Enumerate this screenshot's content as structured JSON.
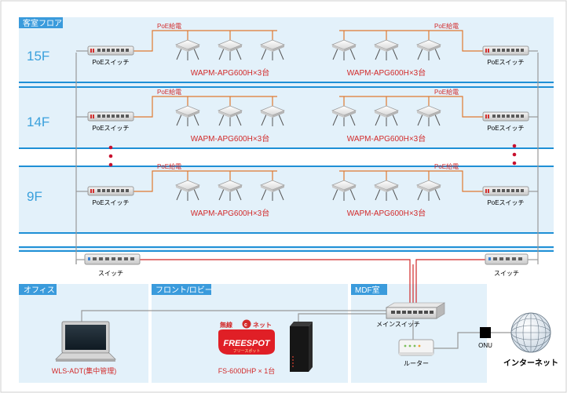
{
  "zones": {
    "guest_floor": "客室フロア",
    "office": "オフィス",
    "front_lobby": "フロント/ロビー",
    "mdf": "MDF室"
  },
  "floors": [
    {
      "label": "15F",
      "poe_left": "PoEスイッチ",
      "poe_right": "PoEスイッチ",
      "poe_power_left": "PoE給電",
      "poe_power_right": "PoE給電",
      "ap_left": "WAPM-APG600H×3台",
      "ap_right": "WAPM-APG600H×3台"
    },
    {
      "label": "14F",
      "poe_left": "PoEスイッチ",
      "poe_right": "PoEスイッチ",
      "poe_power_left": "PoE給電",
      "poe_power_right": "PoE給電",
      "ap_left": "WAPM-APG600H×3台",
      "ap_right": "WAPM-APG600H×3台"
    },
    {
      "label": "9F",
      "poe_left": "PoEスイッチ",
      "poe_right": "PoEスイッチ",
      "poe_power_left": "PoE給電",
      "poe_power_right": "PoE給電",
      "ap_left": "WAPM-APG600H×3台",
      "ap_right": "WAPM-APG600H×3台"
    }
  ],
  "switch_left": "スイッチ",
  "switch_right": "スイッチ",
  "main_switch": "メインスイッチ",
  "router": "ルーター",
  "onu": "ONU",
  "internet": "インターネット",
  "laptop_caption": "WLS-ADT(集中管理)",
  "freespot_caption": "FS-600DHP × 1台",
  "freespot_logo": {
    "top": "無線",
    "mid": "ネット",
    "brand": "FREESPOT",
    "tag": "フリースポット"
  },
  "colors": {
    "cable_gray": "#999999",
    "cable_red": "#d02828",
    "cable_orange": "#e07a30",
    "band_blue": "#1e8fd6",
    "zone_fill": "#e3f1fa",
    "label_red": "#d22a2a",
    "floor_label": "#3aa0dc"
  }
}
